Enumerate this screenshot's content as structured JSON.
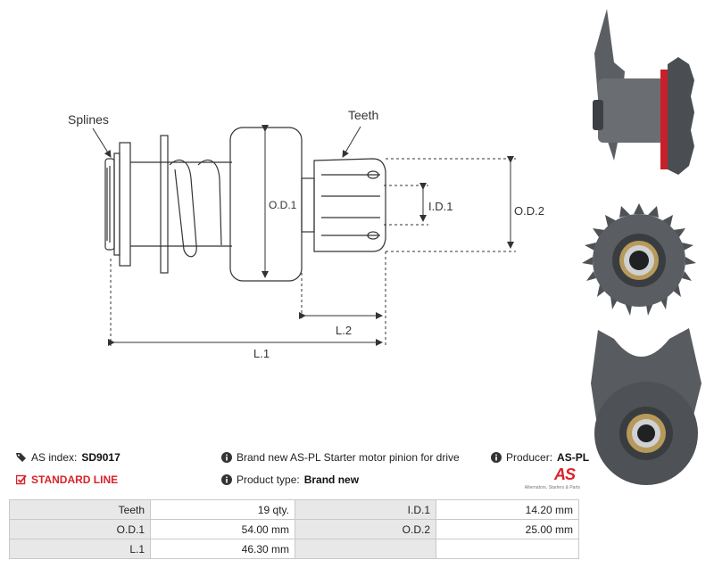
{
  "diagram": {
    "labels": {
      "splines": "Splines",
      "teeth": "Teeth",
      "od1": "O.D.1",
      "id1": "I.D.1",
      "od2": "O.D.2",
      "l2": "L.2",
      "l1": "L.1"
    }
  },
  "info": {
    "as_index_label": "AS index:",
    "as_index_value": "SD9017",
    "standard_line": "STANDARD LINE",
    "description": "Brand new AS-PL Starter motor pinion for drive",
    "product_type_label": "Product type:",
    "product_type_value": "Brand new",
    "producer_label": "Producer:",
    "producer_value": "AS-PL"
  },
  "logo": {
    "mark": "AS",
    "tagline": "Alternators, Starters & Parts"
  },
  "specs": {
    "rows": [
      {
        "label1": "Teeth",
        "value1": "19 qty.",
        "label2": "I.D.1",
        "value2": "14.20 mm"
      },
      {
        "label1": "O.D.1",
        "value1": "54.00 mm",
        "label2": "O.D.2",
        "value2": "25.00 mm"
      },
      {
        "label1": "L.1",
        "value1": "46.30 mm",
        "label2": "",
        "value2": ""
      }
    ]
  },
  "colors": {
    "accent": "#d9222a",
    "label_bg": "#e8e8e8",
    "border": "#c9c9c9"
  }
}
